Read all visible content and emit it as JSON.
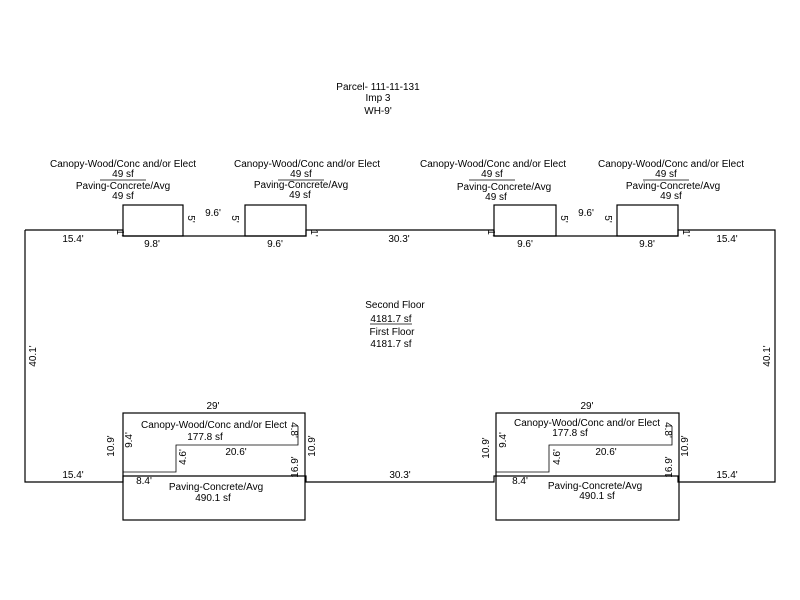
{
  "header": {
    "parcel": "Parcel- 111-11-131",
    "imp": "Imp 3",
    "wall_height": "WH-9'"
  },
  "main": {
    "line1": "Second Floor",
    "area1": "4181.7 sf",
    "line2": "First Floor",
    "area2": "4181.7 sf"
  },
  "top_pads": [
    {
      "canopy": "Canopy-Wood/Conc and/or Elect",
      "canopy_area": "49 sf",
      "paving": "Paving-Concrete/Avg",
      "paving_area": "49 sf",
      "width": "9.8'",
      "depth": "5'",
      "side": "1'"
    },
    {
      "canopy": "Canopy-Wood/Conc and/or Elect",
      "canopy_area": "49 sf",
      "paving": "Paving-Concrete/Avg",
      "paving_area": "49 sf",
      "width": "9.6'",
      "depth": "5'",
      "side": "1'"
    },
    {
      "canopy": "Canopy-Wood/Conc and/or Elect",
      "canopy_area": "49 sf",
      "paving": "Paving-Concrete/Avg",
      "paving_area": "49 sf",
      "width": "9.6'",
      "depth": "5'",
      "side": "1'"
    },
    {
      "canopy": "Canopy-Wood/Conc and/or Elect",
      "canopy_area": "49 sf",
      "paving": "Paving-Concrete/Avg",
      "paving_area": "49 sf",
      "width": "9.8'",
      "depth": "5'",
      "side": "1'"
    }
  ],
  "bottom_pads": [
    {
      "width": "29'",
      "canopy": "Canopy-Wood/Conc and/or Elect",
      "canopy_area": "177.8 sf",
      "paving": "Paving-Concrete/Avg",
      "paving_area": "490.1 sf",
      "left_h": "10.9'",
      "notch_h": "9.4'",
      "notch_depth": "4.6'",
      "notch_w": "8.4'",
      "inner_w": "20.6'",
      "right_small": "4.8'",
      "right_lower": "16.9'",
      "right_h": "10.9'"
    },
    {
      "width": "29'",
      "canopy": "Canopy-Wood/Conc and/or Elect",
      "canopy_area": "177.8 sf",
      "paving": "Paving-Concrete/Avg",
      "paving_area": "490.1 sf",
      "left_h": "10.9'",
      "notch_h": "9.4'",
      "notch_depth": "4.6'",
      "notch_w": "8.4'",
      "inner_w": "20.6'",
      "right_small": "4.8'",
      "right_lower": "16.9'",
      "right_h": "10.9'"
    }
  ],
  "building": {
    "top_left_seg": "15.4'",
    "top_between_pads": "9.6'",
    "top_middle": "30.3'",
    "top_between_pads_right": "9.6'",
    "top_right_seg": "15.4'",
    "left_side": "40.1'",
    "right_side": "40.1'",
    "bottom_left_seg": "15.4'",
    "bottom_middle": "30.3'",
    "bottom_right_seg": "15.4'"
  }
}
